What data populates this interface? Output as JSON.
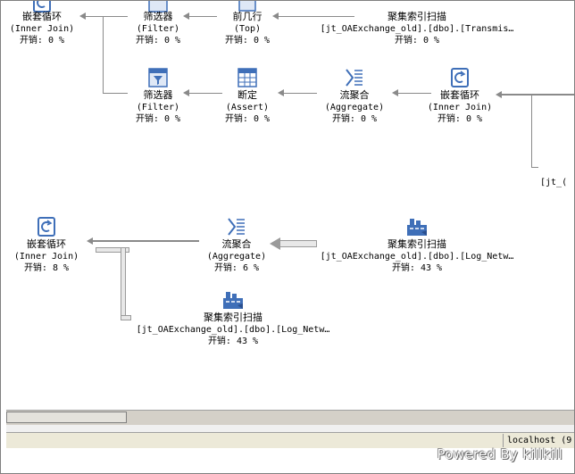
{
  "nodes": {
    "n1": {
      "name": "嵌套循环",
      "sub": "(Inner Join)",
      "cost": "开销: 0 %",
      "icon": "nested-loops-icon"
    },
    "n2": {
      "name": "筛选器",
      "sub": "(Filter)",
      "cost": "开销: 0 %",
      "icon": "filter-icon"
    },
    "n3": {
      "name": "前几行",
      "sub": "(Top)",
      "cost": "开销: 0 %",
      "icon": "top-icon"
    },
    "n4": {
      "name": "聚集索引扫描",
      "sub": "[jt_OAExchange_old].[dbo].[Transmis…",
      "cost": "开销: 0 %",
      "icon": "clustered-index-scan-icon"
    },
    "n5": {
      "name": "筛选器",
      "sub": "(Filter)",
      "cost": "开销: 0 %",
      "icon": "filter-icon"
    },
    "n6": {
      "name": "断定",
      "sub": "(Assert)",
      "cost": "开销: 0 %",
      "icon": "assert-icon"
    },
    "n7": {
      "name": "流聚合",
      "sub": "(Aggregate)",
      "cost": "开销: 0 %",
      "icon": "stream-aggregate-icon"
    },
    "n8": {
      "name": "嵌套循环",
      "sub": "(Inner Join)",
      "cost": "开销: 0 %",
      "icon": "nested-loops-icon"
    },
    "n9": {
      "name": "",
      "sub": "[jt_(",
      "cost": ""
    },
    "n10": {
      "name": "嵌套循环",
      "sub": "(Inner Join)",
      "cost": "开销: 8 %",
      "icon": "nested-loops-icon"
    },
    "n11": {
      "name": "流聚合",
      "sub": "(Aggregate)",
      "cost": "开销: 6 %",
      "icon": "stream-aggregate-icon"
    },
    "n12": {
      "name": "聚集索引扫描",
      "sub": "[jt_OAExchange_old].[dbo].[Log_Netw…",
      "cost": "开销: 43 %",
      "icon": "clustered-index-scan-icon"
    },
    "n13": {
      "name": "聚集索引扫描",
      "sub": "[jt_OAExchange_old].[dbo].[Log_Netw…",
      "cost": "开销: 43 %",
      "icon": "clustered-index-scan-icon"
    }
  },
  "status": {
    "server": "localhost (9"
  },
  "watermark": "Powered By killkill",
  "colors": {
    "icon_blue": "#3f6fb8",
    "line": "#8a8a8a",
    "status_bg": "#ece9d8"
  }
}
